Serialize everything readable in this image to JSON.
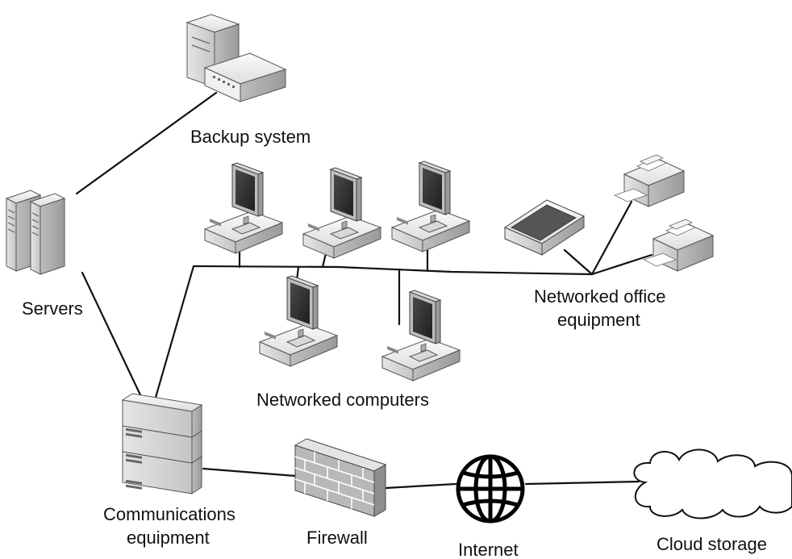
{
  "labels": {
    "backup": "Backup system",
    "servers": "Servers",
    "computers": "Networked computers",
    "office_line1": "Networked office",
    "office_line2": "equipment",
    "comms_line1": "Communications",
    "comms_line2": "equipment",
    "firewall": "Firewall",
    "internet": "Internet",
    "cloud": "Cloud storage"
  },
  "icons": {
    "backup": "backup-system-icon",
    "servers": "server-rack-icon",
    "computer": "desktop-computer-icon",
    "scanner": "scanner-icon",
    "printer": "printer-icon",
    "comms": "network-switch-icon",
    "firewall": "firewall-icon",
    "internet": "globe-icon",
    "cloud": "cloud-icon"
  },
  "colors": {
    "line": "#111111",
    "device_light": "#f2f2f2",
    "device_mid": "#c9c9c9",
    "device_dark": "#8a8a8a",
    "screen": "#2b2b2b"
  }
}
